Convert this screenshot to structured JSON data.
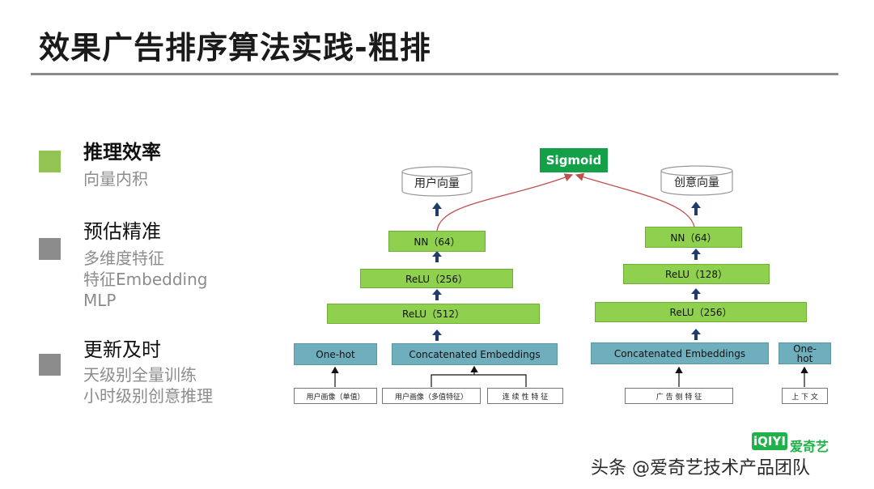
{
  "title": "效果广告排序算法实践-粗排",
  "colors": {
    "green": "#8fd14f",
    "teal": "#6fafbd",
    "sigmoid": "#13a049",
    "bullet_green": "#92c353",
    "bullet_gray": "#8c8c8c",
    "edge": "#c0504d",
    "arrow": "#1f3c6e"
  },
  "bullets": [
    {
      "head": "推理效率",
      "subs": [
        "向量内积"
      ]
    },
    {
      "head": "预估精准",
      "subs": [
        "多维度特征",
        "特征Embedding",
        "MLP"
      ]
    },
    {
      "head": "更新及时",
      "subs": [
        "天级别全量训练",
        "小时级别创意推理"
      ]
    }
  ],
  "diagram": {
    "sigmoid": "Sigmoid",
    "user_vector": "用户向量",
    "creative_vector": "创意向量",
    "left": {
      "nn": "NN（64）",
      "relu_mid": "ReLU（256）",
      "relu_low": "ReLU（512）",
      "onehot": "One-hot",
      "concat": "Concatenated Embeddings",
      "src_a": "用户画像（单值）",
      "src_b": "用户画像（多值特征）",
      "src_c": "连 续 性 特 征"
    },
    "right": {
      "nn": "NN（64）",
      "relu_mid": "ReLU（128）",
      "relu_low": "ReLU（256）",
      "concat": "Concatenated Embeddings",
      "onehot": "One-hot",
      "src_a": "广 告 侧 特 征",
      "src_b": "上 下 文"
    }
  },
  "watermark": {
    "logo": "iQIYI",
    "brand": "爱奇艺",
    "author": "头条 @爱奇艺技术产品团队"
  }
}
